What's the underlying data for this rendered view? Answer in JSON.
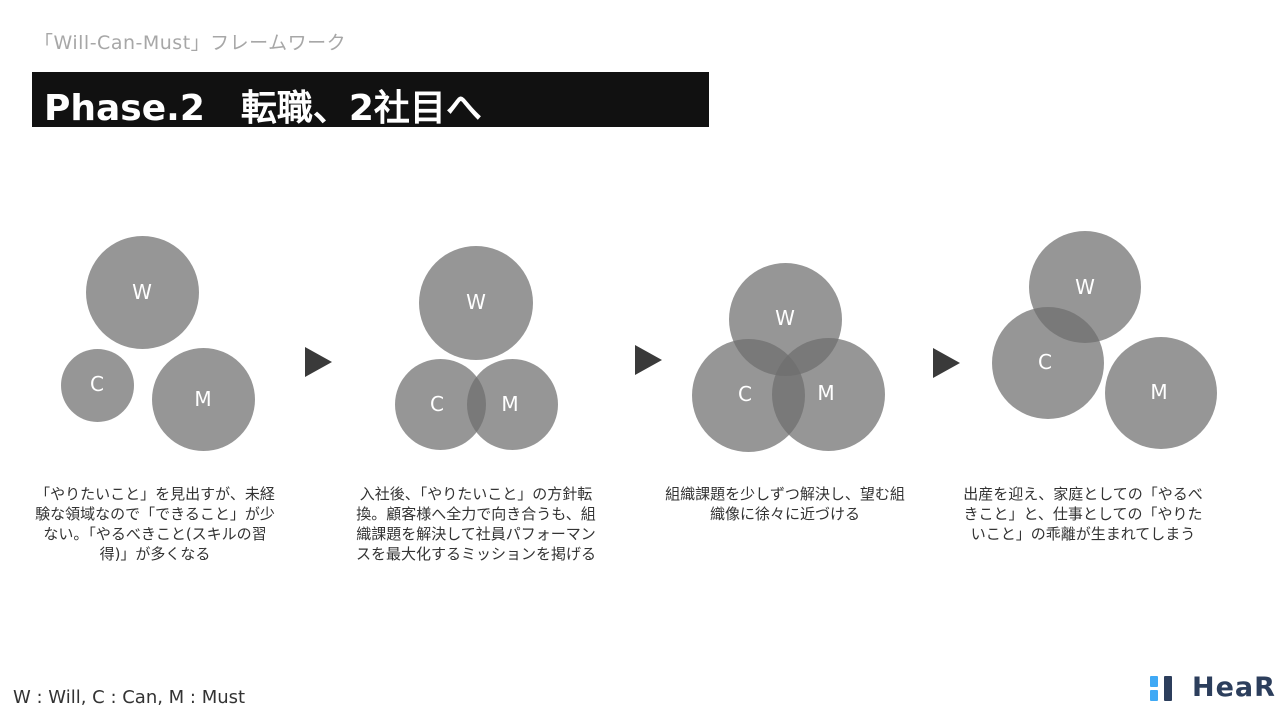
{
  "header": {
    "subtitle": "「Will-Can-Must」フレームワーク",
    "title": "Phase.2　転職、2社目へ"
  },
  "stages": [
    {
      "labels": {
        "w": "W",
        "c": "C",
        "m": "M"
      },
      "description": "「やりたいこと」を見出すが、未経験な領域なので「できること」が少ない。「やるべきこと(スキルの習得)」が多くなる"
    },
    {
      "labels": {
        "w": "W",
        "c": "C",
        "m": "M"
      },
      "description": "入社後、「やりたいこと」の方針転換。顧客様へ全力で向き合うも、組織課題を解決して社員パフォーマンスを最大化するミッションを掲げる"
    },
    {
      "labels": {
        "w": "W",
        "c": "C",
        "m": "M"
      },
      "description": "組織課題を少しずつ解決し、望む組織像に徐々に近づける"
    },
    {
      "labels": {
        "w": "W",
        "c": "C",
        "m": "M"
      },
      "description": "出産を迎え、家庭としての「やるべきこと」と、仕事としての「やりたいこと」の乖離が生まれてしまう"
    }
  ],
  "legend": "W : Will, C : Can, M : Must",
  "logo": {
    "text": "HeaR",
    "colors": {
      "primary": "#2c3e5c",
      "accent": "#3fa9f5"
    }
  },
  "colors": {
    "circle": "#6e6e6e",
    "arrow": "#3a3a3a",
    "title_bar": "#111111"
  }
}
